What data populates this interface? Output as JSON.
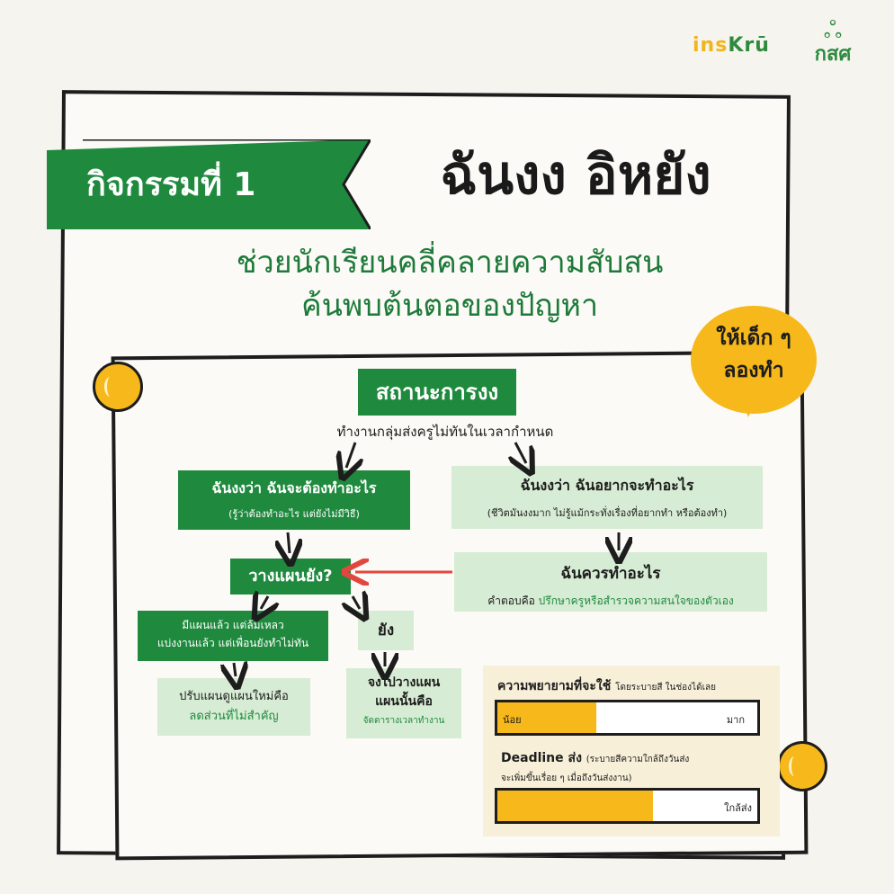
{
  "logos": {
    "inskru_a": "ins",
    "inskru_b": "Krū",
    "kss": "กสศ"
  },
  "banner": {
    "label": "กิจกรรมที่ 1"
  },
  "title": "ฉันงง อิหยัง",
  "subtitle": {
    "line1": "ช่วยนักเรียนคลี่คลายความสับสน",
    "line2": "ค้นพบต้นตอของปัญหา"
  },
  "bubble": {
    "line1": "ให้เด็ก ๆ",
    "line2": "ลองทำ"
  },
  "flow": {
    "situation": "สถานะการงง",
    "situation_desc": "ทำงานกลุ่มส่งครูไม่ทันในเวลากำหนด",
    "left": {
      "title": "ฉันงงว่า ฉันจะต้องทำอะไร",
      "sub": "(รู้ว่าต้องทำอะไร แต่ยังไม่มีวิธี)"
    },
    "right": {
      "title": "ฉันงงว่า ฉันอยากจะทำอะไร",
      "sub": "(ชีวิตมันงงมาก ไม่รู้แม้กระทั่งเรื่องที่อยากทำ หรือต้องทำ)"
    },
    "plan": "วางแผนยัง?",
    "should": {
      "title": "ฉันควรทำอะไร",
      "answer_key": "คำตอบคือ",
      "answer": "ปรึกษาครูหรือสำรวจความสนใจของตัวเอง"
    },
    "failed": {
      "line1": "มีแผนแล้ว แต่ล้มเหลว",
      "line2": "แบ่งงานแล้ว แต่เพื่อนยังทำไม่ทัน"
    },
    "notyet": "ยัง",
    "replan": {
      "line1": "ปรับแผนดูแผนใหม่คือ",
      "line2": "ลดส่วนที่ไม่สำคัญ"
    },
    "makeplan": {
      "line1": "จงไปวางแผน",
      "line2": "แผนนั้นคือ",
      "line3": "จัดตารางเวลาทำงาน"
    }
  },
  "measure": {
    "effort_title": "ความพยายามที่จะใช้",
    "effort_note": "โดยระบายสี ในช่องได้เลย",
    "effort_low": "น้อย",
    "effort_high": "มาก",
    "effort_level": 0.38,
    "deadline_title": "Deadline ส่ง",
    "deadline_note": "(ระบายสีความใกล้ถึงวันส่ง",
    "deadline_note2": "จะเพิ่มขึ้นเรื่อย ๆ เมื่อถึงวันส่งงาน)",
    "deadline_label": "ใกล้ส่ง",
    "deadline_level": 0.6
  },
  "colors": {
    "green": "#1f8a3e",
    "light_green": "#d7ecd4",
    "yellow": "#f6b81a",
    "red_arrow": "#e2473f"
  }
}
